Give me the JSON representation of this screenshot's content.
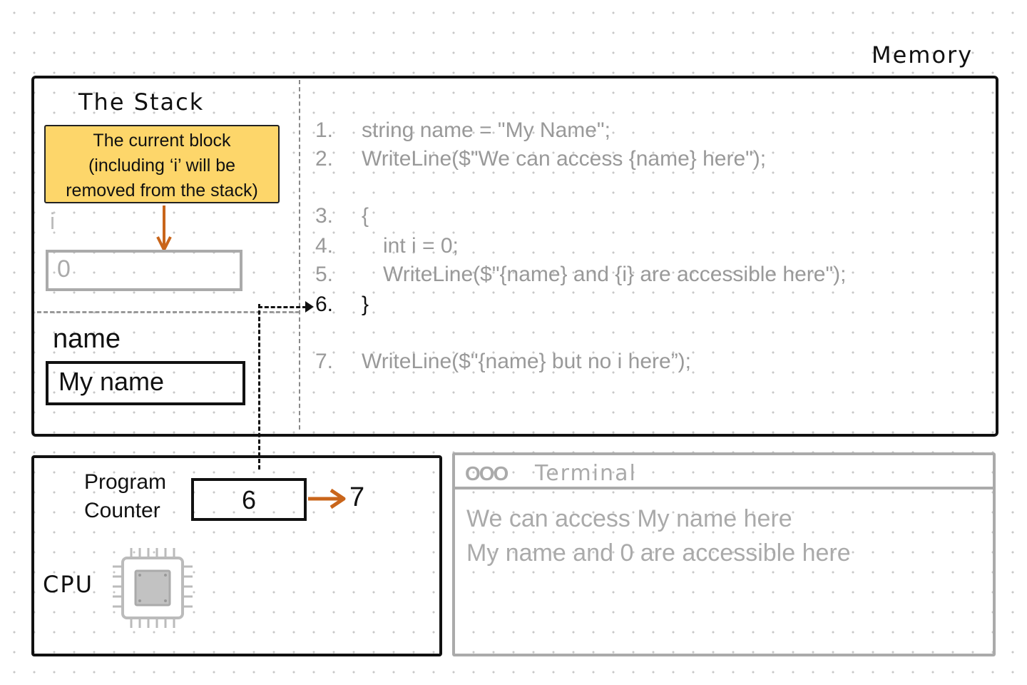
{
  "memory": {
    "title": "Memory",
    "stack": {
      "title": "The Stack",
      "callout": {
        "lines": [
          "The current block",
          "(including ‘i’ will be",
          "removed from the stack)"
        ]
      },
      "variables": [
        {
          "name": "i",
          "value": "0",
          "state": "to-be-removed"
        },
        {
          "name": "name",
          "value": "My name",
          "state": "active"
        }
      ]
    },
    "code": {
      "current_line": "6.",
      "lines": [
        {
          "number": "1.",
          "text": "string name = \"My Name\";"
        },
        {
          "number": "2.",
          "text": "WriteLine($\"We can access {name} here\");"
        },
        {
          "number": "3.",
          "text": "{"
        },
        {
          "number": "4.",
          "text": "int i = 0;"
        },
        {
          "number": "5.",
          "text": "WriteLine($\"{name} and {i} are accessible here\");"
        },
        {
          "number": "6.",
          "text": "}"
        },
        {
          "number": "7.",
          "text": "WriteLine($\"{name} but no i here”);"
        }
      ]
    }
  },
  "cpu": {
    "label": "CPU",
    "program_counter": {
      "label_line1": "Program",
      "label_line2": "Counter",
      "value": "6",
      "next_value": "7"
    }
  },
  "terminal": {
    "dots": "OOO",
    "title": "Terminal",
    "lines": [
      "We can access My name here",
      "My name and 0 are accessible here"
    ]
  },
  "colors": {
    "callout_fill": "#fdd66a",
    "arrow_orange": "#c9651a",
    "faded_gray": "#aaaaaa"
  }
}
